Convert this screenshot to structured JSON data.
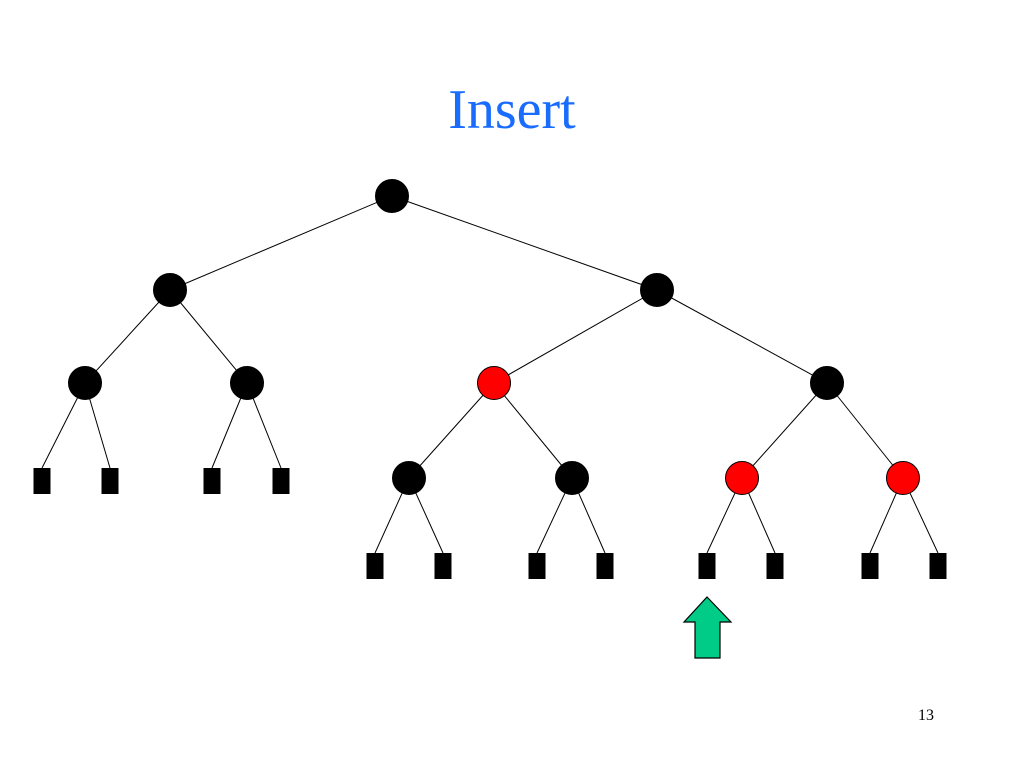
{
  "slide": {
    "title": "Insert",
    "page_number": "13"
  },
  "colors": {
    "title": "#1a6cff",
    "black_node": "#000000",
    "red_node": "#ff0000",
    "leaf": "#000000",
    "edge": "#000000",
    "arrow_fill": "#00cc88",
    "arrow_stroke": "#000000"
  },
  "tree": {
    "nodes": [
      {
        "id": "root",
        "color": "black"
      },
      {
        "id": "n-l",
        "color": "black"
      },
      {
        "id": "n-r",
        "color": "black"
      },
      {
        "id": "n-ll",
        "color": "black"
      },
      {
        "id": "n-lr",
        "color": "black"
      },
      {
        "id": "n-rl",
        "color": "red"
      },
      {
        "id": "n-rr",
        "color": "black"
      },
      {
        "id": "n-rll",
        "color": "black"
      },
      {
        "id": "n-rlr",
        "color": "black"
      },
      {
        "id": "n-rrl",
        "color": "red"
      },
      {
        "id": "n-rrr",
        "color": "red"
      },
      {
        "id": "leaf-1",
        "color": "leaf"
      },
      {
        "id": "leaf-2",
        "color": "leaf"
      },
      {
        "id": "leaf-3",
        "color": "leaf"
      },
      {
        "id": "leaf-4",
        "color": "leaf"
      },
      {
        "id": "leaf-5",
        "color": "leaf"
      },
      {
        "id": "leaf-6",
        "color": "leaf"
      },
      {
        "id": "leaf-7",
        "color": "leaf"
      },
      {
        "id": "leaf-8",
        "color": "leaf"
      },
      {
        "id": "leaf-9",
        "color": "leaf"
      },
      {
        "id": "leaf-10",
        "color": "leaf"
      },
      {
        "id": "leaf-11",
        "color": "leaf"
      },
      {
        "id": "leaf-12",
        "color": "leaf"
      }
    ],
    "edges": [
      [
        "root",
        "n-l"
      ],
      [
        "root",
        "n-r"
      ],
      [
        "n-l",
        "n-ll"
      ],
      [
        "n-l",
        "n-lr"
      ],
      [
        "n-r",
        "n-rl"
      ],
      [
        "n-r",
        "n-rr"
      ],
      [
        "n-ll",
        "leaf-1"
      ],
      [
        "n-ll",
        "leaf-2"
      ],
      [
        "n-lr",
        "leaf-3"
      ],
      [
        "n-lr",
        "leaf-4"
      ],
      [
        "n-rl",
        "n-rll"
      ],
      [
        "n-rl",
        "n-rlr"
      ],
      [
        "n-rr",
        "n-rrl"
      ],
      [
        "n-rr",
        "n-rrr"
      ],
      [
        "n-rll",
        "leaf-5"
      ],
      [
        "n-rll",
        "leaf-6"
      ],
      [
        "n-rlr",
        "leaf-7"
      ],
      [
        "n-rlr",
        "leaf-8"
      ],
      [
        "n-rrl",
        "leaf-9"
      ],
      [
        "n-rrl",
        "leaf-10"
      ],
      [
        "n-rrr",
        "leaf-11"
      ],
      [
        "n-rrr",
        "leaf-12"
      ]
    ],
    "insertion_point": "leaf-9"
  }
}
